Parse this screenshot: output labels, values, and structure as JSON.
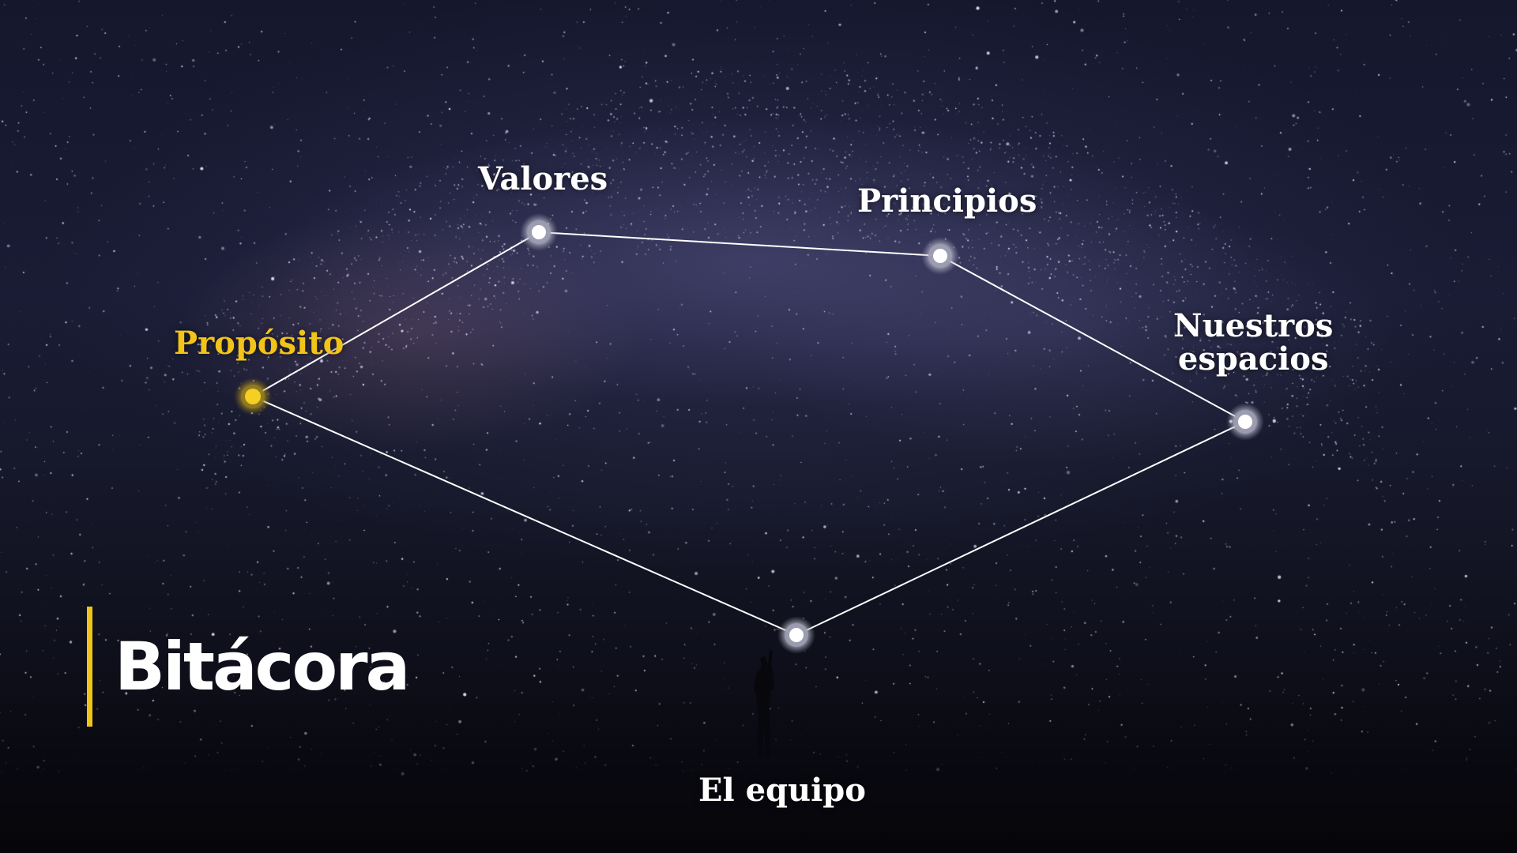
{
  "brand": {
    "title": "Bitácora",
    "accent_color": "#f2c318"
  },
  "constellation": {
    "line_color": "#ffffff",
    "active_color": "#f2c318",
    "nodes": {
      "proposito": {
        "label": "Propósito",
        "active": true
      },
      "valores": {
        "label": "Valores",
        "active": false
      },
      "principios": {
        "label": "Principios",
        "active": false
      },
      "nuestros_espacios": {
        "label_line1": "Nuestros",
        "label_line2": "espacios",
        "active": false
      },
      "el_equipo": {
        "label": "El equipo",
        "active": false
      }
    }
  }
}
